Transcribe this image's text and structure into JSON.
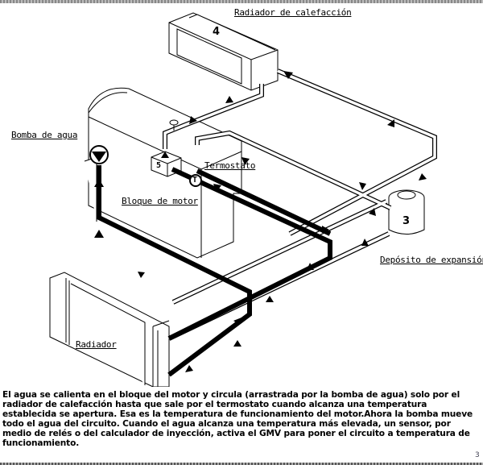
{
  "diagram": {
    "title": "Circuito de refrigeración del motor",
    "labels": {
      "heater_radiator": "Radiador de calefacción",
      "water_pump": "Bomba de agua",
      "thermostat": "Termostato",
      "engine_block": "Bloque de motor",
      "expansion_tank": "Depósito de expansión",
      "radiator": "Radiador"
    },
    "component_numbers": {
      "heater_radiator": "4",
      "expansion_tank": "3",
      "sensor": "5",
      "thermostat": "T"
    }
  },
  "caption": "El agua se calienta en el bloque del motor y circula (arrastrada por la bomba de agua) solo por el radiador de calefacción hasta que sale por el termostato cuando alcanza una temperatura establecida se apertura. Esa es la temperatura de funcionamiento del motor.Ahora la bomba mueve todo el agua del circuito. Cuando el agua alcanza una temperatura más elevada, un sensor, por medio de relés o del calculador de inyección, activa el GMV para poner el circuito a temperatura de funcionamiento.",
  "page_number": "3"
}
